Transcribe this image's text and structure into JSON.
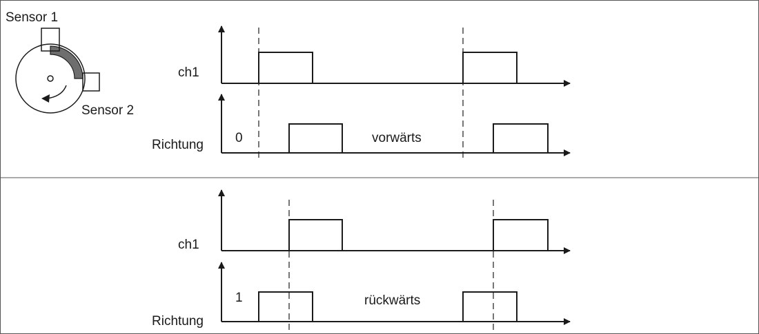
{
  "sensor": {
    "label1": "Sensor 1",
    "label2": "Sensor 2"
  },
  "forward": {
    "ch1_label": "ch1",
    "dir_label": "Richtung",
    "dir_value": "0",
    "direction_text": "vorwärts"
  },
  "backward": {
    "ch1_label": "ch1",
    "dir_label": "Richtung",
    "dir_value": "1",
    "direction_text": "rückwärts"
  },
  "colors": {
    "line": "#1a1a1a",
    "arc": "#6e6e6e",
    "frame": "#555555"
  }
}
